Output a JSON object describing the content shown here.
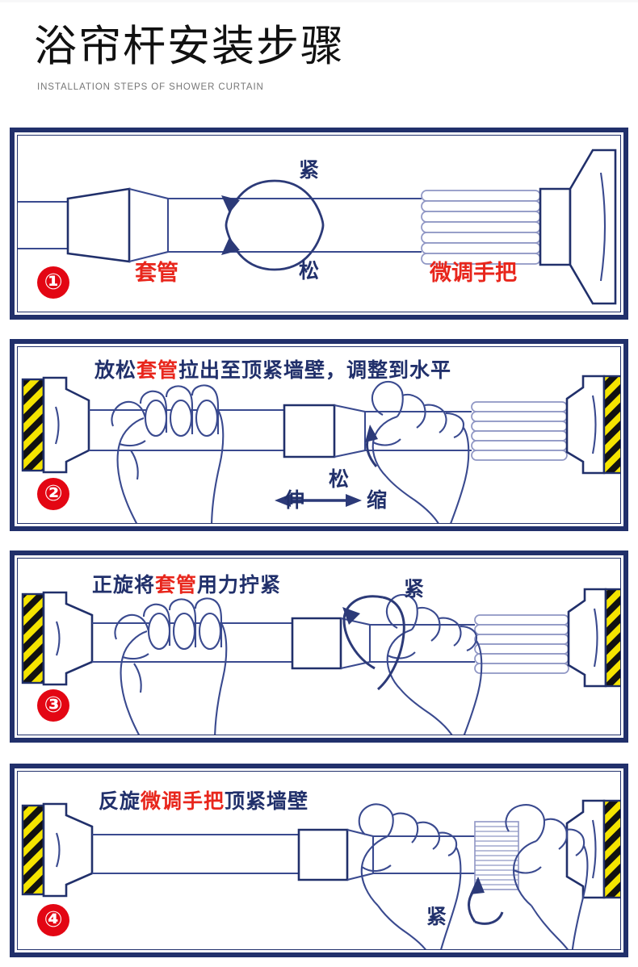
{
  "header": {
    "title": "浴帘杆安装步骤",
    "subtitle": "INSTALLATION STEPS OF SHOWER CURTAIN"
  },
  "colors": {
    "frame_navy": "#21306b",
    "line_navy": "#3a4a8f",
    "accent_red": "#e8261c",
    "badge_red": "#e30613",
    "hazard_yellow": "#f5e400",
    "hazard_black": "#111111",
    "background": "#ffffff"
  },
  "panels": [
    {
      "badge": "①",
      "caption": "",
      "labels": {
        "sleeve": "套管",
        "tight": "紧",
        "loose": "松",
        "handle": "微调手把"
      }
    },
    {
      "badge": "②",
      "caption_parts": {
        "pre": "放松",
        "highlight": "套管",
        "post": "拉出至顶紧墙壁，调整到水平"
      },
      "caption_full": "放松套管拉出至顶紧墙壁，调整到水平",
      "labels": {
        "loose": "松",
        "extend": "伸",
        "retract": "缩"
      }
    },
    {
      "badge": "③",
      "caption_parts": {
        "pre": "正旋将",
        "highlight": "套管",
        "post": "用力拧紧"
      },
      "caption_full": "正旋将套管用力拧紧",
      "labels": {
        "tight": "紧"
      }
    },
    {
      "badge": "④",
      "caption_parts": {
        "pre": "反旋",
        "highlight": "微调手把",
        "post": "顶紧墙壁"
      },
      "caption_full": "反旋微调手把顶紧墙壁",
      "labels": {
        "tight": "紧"
      }
    }
  ]
}
